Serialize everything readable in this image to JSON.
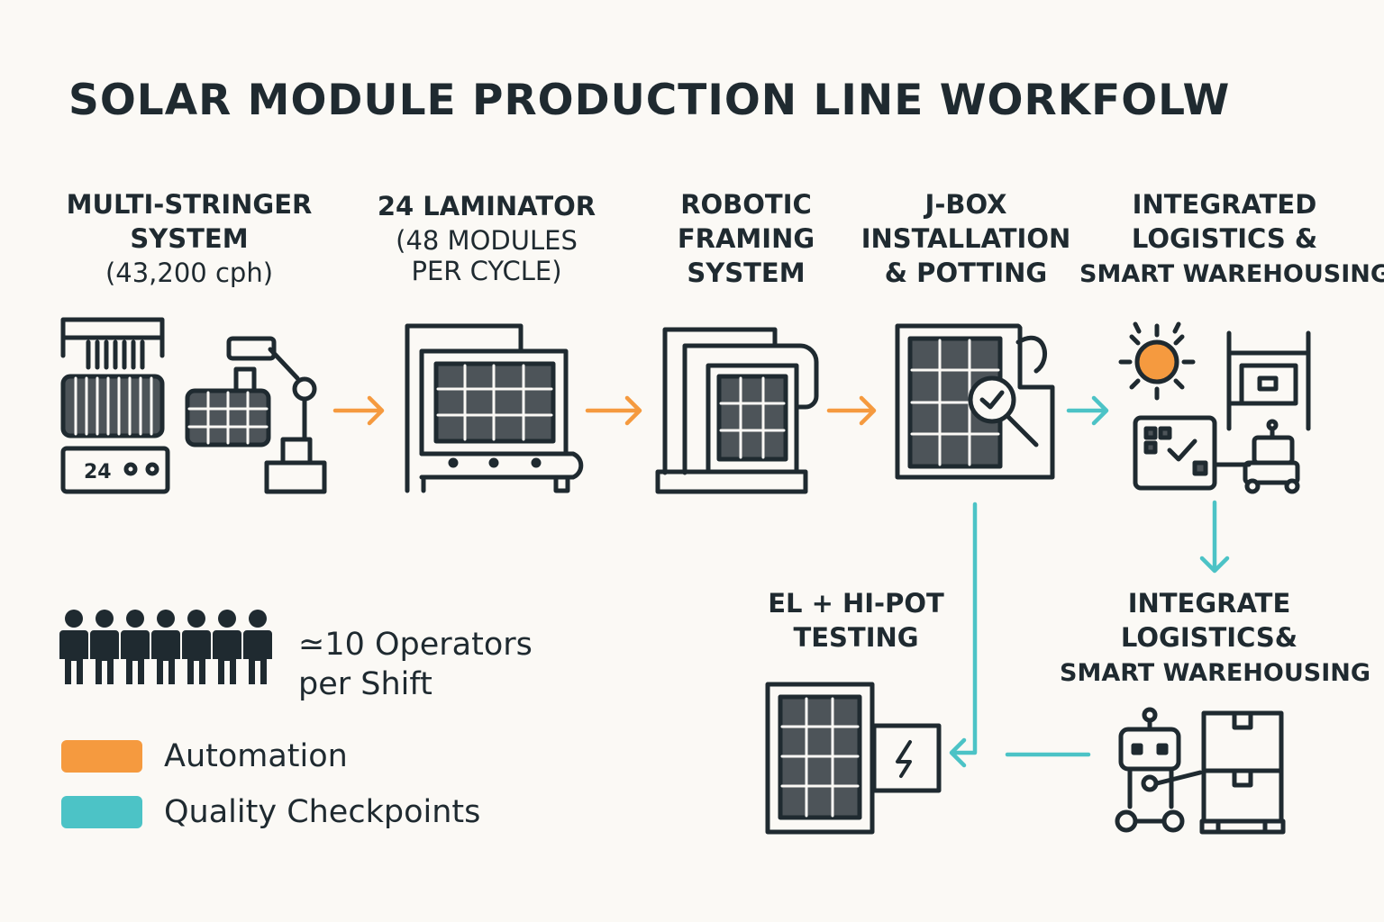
{
  "title": "SOLAR MODULE PRODUCTION LINE WORKFOLW",
  "colors": {
    "ink": "#1f2a30",
    "panel": "#4d5459",
    "automation": "#f59a3f",
    "quality": "#4cc3c6",
    "sun": "#f59a3f",
    "background": "#fbf9f5"
  },
  "stages": [
    {
      "id": "multi-stringer",
      "line1": "MULTI-STRINGER",
      "line2": "SYSTEM",
      "line3": "(43,200 cph)",
      "icon": "stringer-machine-robot-arm-icon",
      "display_text": "24"
    },
    {
      "id": "laminator",
      "line1": "24 LAMINATOR",
      "line2": "(48 MODULES",
      "line3": "PER CYCLE)",
      "icon": "laminator-conveyor-icon"
    },
    {
      "id": "framing",
      "line1": "ROBOTIC",
      "line2": "FRAMING",
      "line3": "SYSTEM",
      "icon": "framing-machine-icon"
    },
    {
      "id": "jbox",
      "line1": "J-BOX",
      "line2": "INSTALLATION",
      "line3": "& POTTING",
      "icon": "jbox-inspection-icon"
    },
    {
      "id": "logistics-top",
      "line1": "INTEGRATED",
      "line2": "LOGISTICS &",
      "line3": "SMART WAREHOUSING",
      "icon": "warehouse-robot-icon"
    },
    {
      "id": "el-testing",
      "line1": "EL + HI-POT",
      "line2": "TESTING",
      "icon": "el-hipot-tester-icon"
    },
    {
      "id": "logistics-bottom",
      "line1": "INTEGRATE",
      "line2": "LOGISTICS&",
      "line3": "SMART WAREHOUSING",
      "icon": "robot-boxes-icon"
    }
  ],
  "connections": [
    {
      "from": "multi-stringer",
      "to": "laminator",
      "type": "automation"
    },
    {
      "from": "laminator",
      "to": "framing",
      "type": "automation"
    },
    {
      "from": "framing",
      "to": "jbox",
      "type": "automation"
    },
    {
      "from": "jbox",
      "to": "logistics-top",
      "type": "quality"
    },
    {
      "from": "jbox",
      "to": "el-testing",
      "type": "quality"
    },
    {
      "from": "logistics-top",
      "to": "logistics-bottom",
      "type": "quality"
    },
    {
      "from": "logistics-bottom",
      "to": "el-testing",
      "type": "quality"
    }
  ],
  "operators": {
    "icon_count": 7,
    "line1": "≃10 Operators",
    "line2": "per Shift"
  },
  "legend": [
    {
      "label": "Automation",
      "color": "#f59a3f"
    },
    {
      "label": "Quality Checkpoints",
      "color": "#4cc3c6"
    }
  ]
}
